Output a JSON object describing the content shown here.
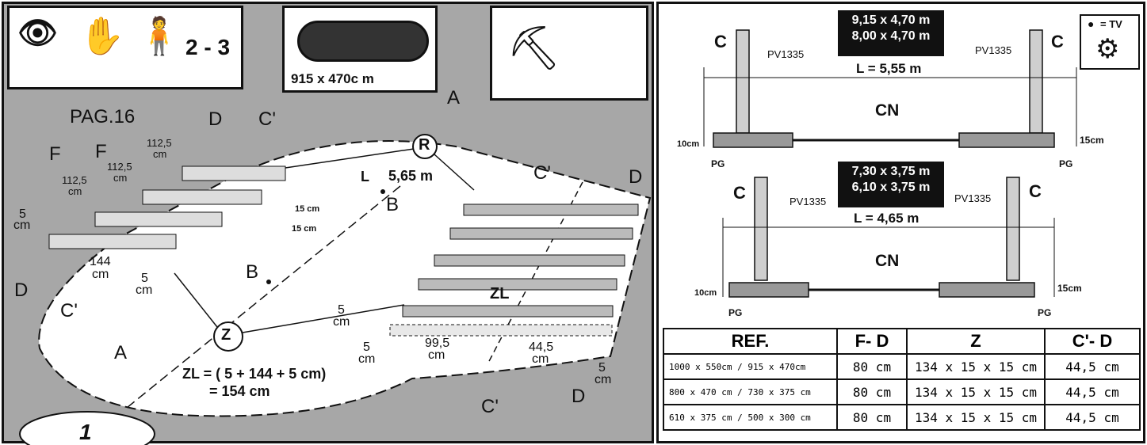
{
  "left_panel": {
    "header": {
      "people_count": "2 - 3",
      "pool_size": "915 x 470c m"
    },
    "page_ref": "PAG.16",
    "step_number": "1",
    "letters": {
      "A": "A",
      "B": "B",
      "C": "C'",
      "D": "D",
      "F": "F",
      "L": "L",
      "R": "R",
      "Z": "Z",
      "ZL": "ZL"
    },
    "dims": {
      "l_value": "5,65 m",
      "d1125": "112,5",
      "cm": "cm",
      "d15cm": "15 cm",
      "d5": "5",
      "d144": "144",
      "d99_5": "99,5",
      "d44_5": "44,5",
      "formula_line1": "ZL = ( 5 + 144 + 5 cm)",
      "formula_line2": "= 154 cm"
    }
  },
  "right_panel": {
    "tv_label": "= TV",
    "upper": {
      "sizes": [
        "9,15 x 4,70 m",
        "8,00 x 4,70 m"
      ],
      "length": "L = 5,55 m"
    },
    "lower": {
      "sizes": [
        "7,30 x 3,75 m",
        "6,10 x 3,75 m"
      ],
      "length": "L = 4,65 m"
    },
    "labels": {
      "c": "C",
      "pv": "PV1335",
      "cn": "CN",
      "pg": "PG",
      "h10": "10cm",
      "h15": "15cm"
    },
    "table": {
      "headers": [
        "REF.",
        "F- D",
        "Z",
        "C'- D"
      ],
      "rows": [
        [
          "1000 x 550cm / 915 x 470cm",
          "80 cm",
          "134 x 15 x 15 cm",
          "44,5 cm"
        ],
        [
          "800 x 470 cm / 730 x 375 cm",
          "80 cm",
          "134 x 15 x 15 cm",
          "44,5 cm"
        ],
        [
          "610 x 375 cm / 500 x 300 cm",
          "80 cm",
          "134 x 15 x 15 cm",
          "44,5 cm"
        ]
      ]
    }
  }
}
